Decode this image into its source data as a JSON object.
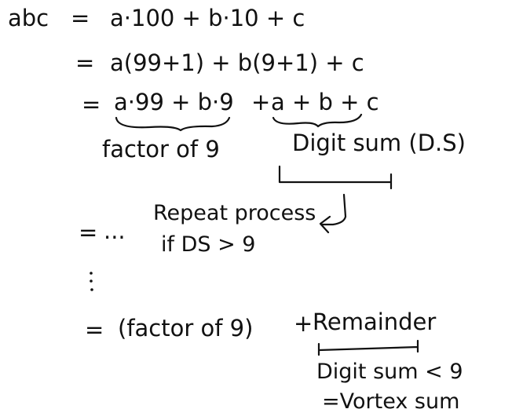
{
  "ink_color": "#111111",
  "background_color": "#ffffff",
  "lines": {
    "line1": {
      "lhs": "abc",
      "eq": "=",
      "rhs": "a·100 + b·10 + c"
    },
    "line2": {
      "eq": "=",
      "rhs": "a(99+1) + b(9+1) + c"
    },
    "line3": {
      "eq": "=",
      "group1": "a·99 + b·9",
      "plus": "+",
      "group2": "a + b + c"
    },
    "line4": {
      "eq": "=",
      "dots": "..."
    },
    "line5": {
      "eq": "=",
      "term1": "(factor of 9)",
      "plus": "+",
      "term2": "Remainder"
    }
  },
  "annotations": {
    "factor_label": "factor of 9",
    "digit_sum_label": "Digit sum (D.S)",
    "repeat_line1": "Repeat process",
    "repeat_line2": "if DS > 9",
    "remainder_line1": "Digit sum < 9",
    "remainder_line2": "=Vortex sum"
  }
}
